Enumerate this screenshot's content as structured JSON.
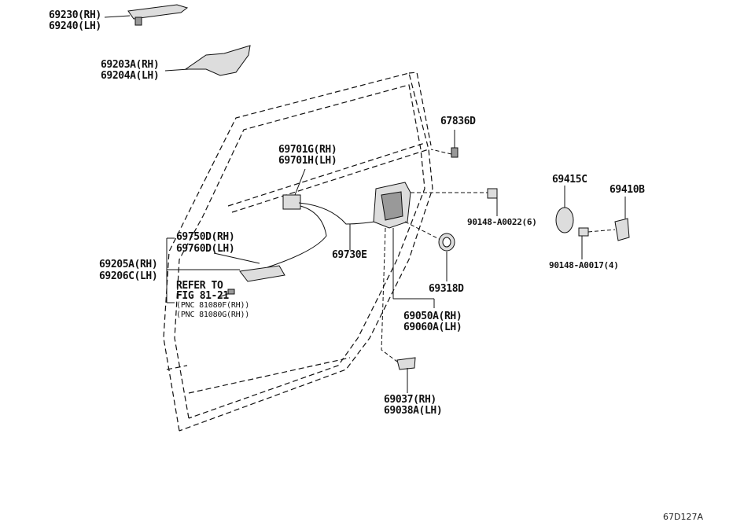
{
  "labels": {
    "p69230": "69230(RH)",
    "p69240": "69240(LH)",
    "p69203A": "69203A(RH)",
    "p69204A": "69204A(LH)",
    "p67836D": "67836D",
    "p69701G": "69701G(RH)",
    "p69701H": "69701H(LH)",
    "p69415C": "69415C",
    "p69410B": "69410B",
    "p90148_22": "90148-A0022(6)",
    "p69750D": "69750D(RH)",
    "p69760D": "69760D(LH)",
    "p69730E": "69730E",
    "p69205A": "69205A(RH)",
    "p69206C": "69206C(LH)",
    "p90148_17": "90148-A0017(4)",
    "p69318D": "69318D",
    "refer1": "REFER TO",
    "refer2": "FIG 81-21",
    "pnc1": "(PNC 81080F(RH))",
    "pnc2": "(PNC 81080G(RH))",
    "p69050A": "69050A(RH)",
    "p69060A": "69060A(LH)",
    "p69037": "69037(RH)",
    "p69038A": "69038A(LH)",
    "code": "67D127A"
  }
}
